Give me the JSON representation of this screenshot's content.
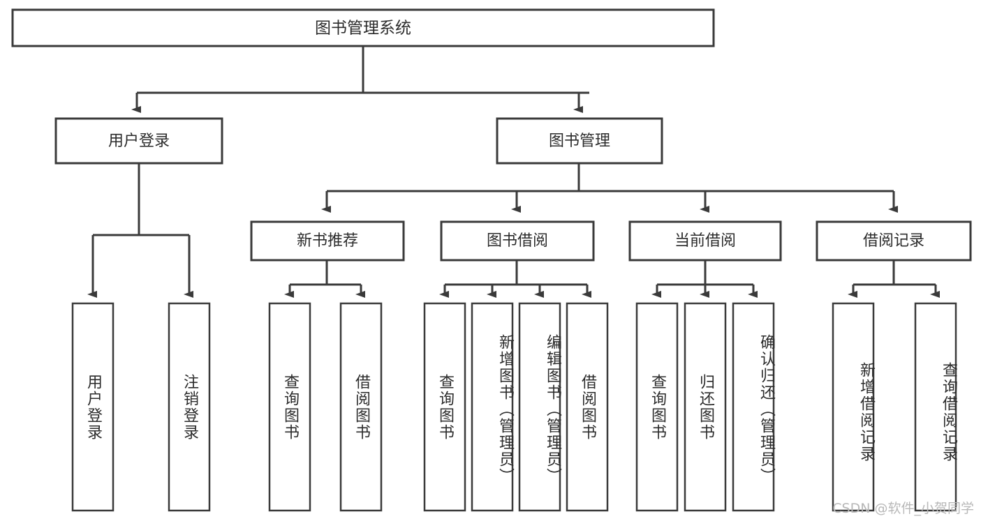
{
  "diagram": {
    "title": "图书管理系统",
    "type": "hierarchy-tree",
    "root": {
      "id": "root",
      "label": "图书管理系统"
    },
    "level2": [
      {
        "id": "user-login",
        "label": "用户登录"
      },
      {
        "id": "book-management",
        "label": "图书管理"
      }
    ],
    "level3": [
      {
        "id": "new-book-recommend",
        "label": "新书推荐"
      },
      {
        "id": "book-borrow",
        "label": "图书借阅"
      },
      {
        "id": "current-borrow",
        "label": "当前借阅"
      },
      {
        "id": "borrow-record",
        "label": "借阅记录"
      }
    ],
    "leaves": [
      {
        "id": "leaf-user-login",
        "parent": "user-login",
        "label": "用户登录"
      },
      {
        "id": "leaf-logout-login",
        "parent": "user-login",
        "label": "注销登录"
      },
      {
        "id": "leaf-query-book-1",
        "parent": "new-book-recommend",
        "label": "查询图书"
      },
      {
        "id": "leaf-borrow-book-1",
        "parent": "new-book-recommend",
        "label": "借阅图书"
      },
      {
        "id": "leaf-query-book-2",
        "parent": "book-borrow",
        "label": "查询图书"
      },
      {
        "id": "leaf-add-book",
        "parent": "book-borrow",
        "label": "新增图书（管理员）"
      },
      {
        "id": "leaf-edit-book",
        "parent": "book-borrow",
        "label": "编辑图书（管理员）"
      },
      {
        "id": "leaf-borrow-book-2",
        "parent": "book-borrow",
        "label": "借阅图书"
      },
      {
        "id": "leaf-query-book-3",
        "parent": "current-borrow",
        "label": "查询图书"
      },
      {
        "id": "leaf-return-book",
        "parent": "current-borrow",
        "label": "归还图书"
      },
      {
        "id": "leaf-confirm-return",
        "parent": "current-borrow",
        "label": "确认归还（管理员）"
      },
      {
        "id": "leaf-add-record",
        "parent": "borrow-record",
        "label": "新增借阅记录"
      },
      {
        "id": "leaf-query-record",
        "parent": "borrow-record",
        "label": "查询借阅记录"
      }
    ],
    "watermark": "CSDN @软件_小贺同学",
    "colors": {
      "stroke": "#3a3a3a",
      "box_fill": "#ffffff",
      "text": "#2b2b2b",
      "background": "#ffffff",
      "watermark": "#b8b8b8"
    }
  }
}
